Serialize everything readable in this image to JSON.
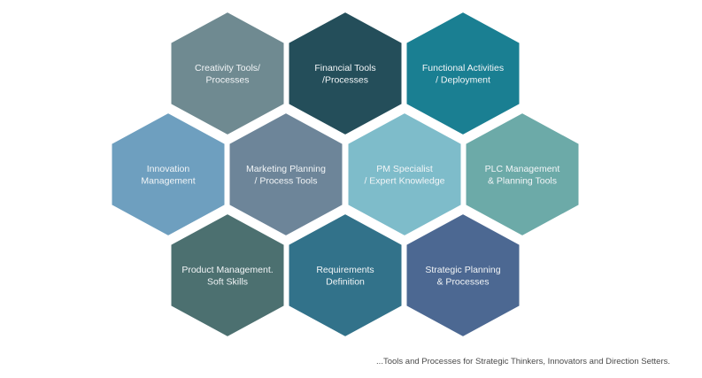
{
  "hexagons": [
    {
      "id": "creativity-tools",
      "lines": [
        "Creativity Tools/",
        "Processes"
      ],
      "color": "#6f8a91"
    },
    {
      "id": "financial-tools",
      "lines": [
        "Financial Tools",
        "/Processes"
      ],
      "color": "#244e5a"
    },
    {
      "id": "functional-activities",
      "lines": [
        "Functional Activities",
        "/ Deployment"
      ],
      "color": "#1a7f92"
    },
    {
      "id": "innovation-management",
      "lines": [
        "Innovation",
        "Management"
      ],
      "color": "#6e9fbf"
    },
    {
      "id": "marketing-planning",
      "lines": [
        "Marketing Planning",
        "/ Process Tools"
      ],
      "color": "#6d8599"
    },
    {
      "id": "pm-specialist",
      "lines": [
        "PM Specialist",
        "/ Expert Knowledge"
      ],
      "color": "#7ebcca"
    },
    {
      "id": "plc-management",
      "lines": [
        "PLC Management",
        "& Planning Tools"
      ],
      "color": "#6caaa8"
    },
    {
      "id": "product-management",
      "lines": [
        "Product Management.",
        "Soft Skills"
      ],
      "color": "#4c7070"
    },
    {
      "id": "requirements-definition",
      "lines": [
        "Requirements",
        "Definition"
      ],
      "color": "#32728a"
    },
    {
      "id": "strategic-planning",
      "lines": [
        "Strategic Planning",
        "& Processes"
      ],
      "color": "#4c6892"
    }
  ],
  "caption": "...Tools and Processes for Strategic Thinkers, Innovators and Direction Setters."
}
